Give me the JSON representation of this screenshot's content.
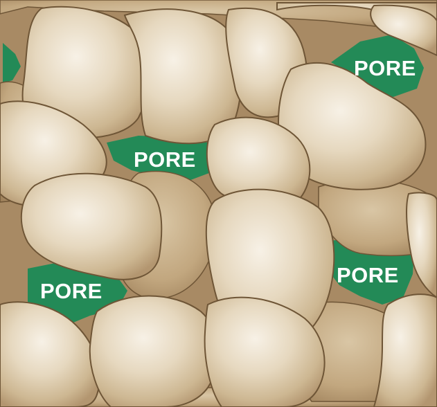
{
  "colors": {
    "pore": "#238a57",
    "grain_light": "#efe5d4",
    "grain_mid": "#d6c2a0",
    "grain_dark": "#a88a64",
    "grain_outline": "#6e5536",
    "background_shadow": "#9c7e58",
    "label": "#ffffff"
  },
  "labels": {
    "pore_1": "PORE",
    "pore_2": "PORE",
    "pore_3": "PORE",
    "pore_4": "PORE"
  }
}
